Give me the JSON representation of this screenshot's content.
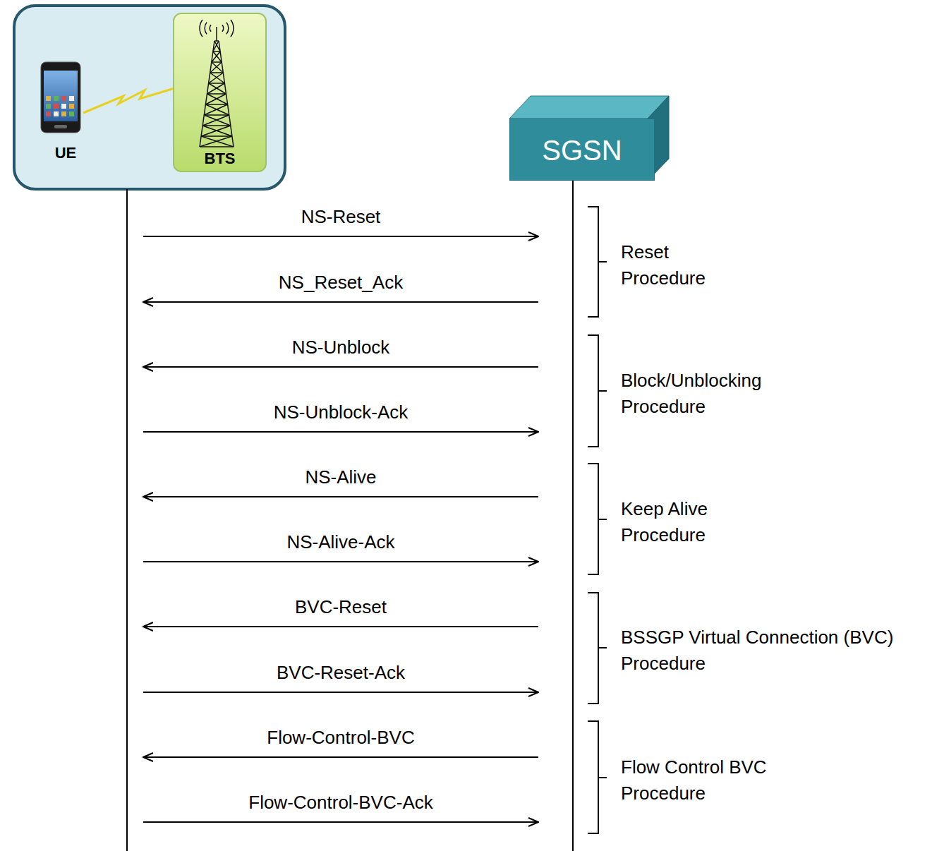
{
  "diagram": {
    "nodes": [
      {
        "text": [
          "UE"
        ]
      },
      {
        "text": [
          "BTS"
        ]
      },
      {
        "text": [
          "SGSN"
        ]
      }
    ],
    "edges": [
      {
        "from": 1,
        "to": 2,
        "arrow": "to",
        "label": "NS-Reset"
      },
      {
        "from": 2,
        "to": 1,
        "arrow": "to",
        "label": "NS_Reset_Ack"
      },
      {
        "from": 2,
        "to": 1,
        "arrow": "to",
        "label": "NS-Unblock"
      },
      {
        "from": 1,
        "to": 2,
        "arrow": "to",
        "label": "NS-Unblock-Ack"
      },
      {
        "from": 2,
        "to": 1,
        "arrow": "to",
        "label": "NS-Alive"
      },
      {
        "from": 1,
        "to": 2,
        "arrow": "to",
        "label": "NS-Alive-Ack"
      },
      {
        "from": 2,
        "to": 1,
        "arrow": "to",
        "label": "BVC-Reset"
      },
      {
        "from": 1,
        "to": 2,
        "arrow": "to",
        "label": "BVC-Reset-Ack"
      },
      {
        "from": 2,
        "to": 1,
        "arrow": "to",
        "label": "Flow-Control-BVC"
      },
      {
        "from": 1,
        "to": 2,
        "arrow": "to",
        "label": "Flow-Control-BVC-Ack"
      }
    ],
    "labels": [
      "Reset Procedure",
      "Block/Unblocking Procedure",
      "Keep Alive Procedure",
      "BSSGP Virtual Connection (BVC) Procedure",
      "Flow Control BVC Procedure"
    ]
  }
}
